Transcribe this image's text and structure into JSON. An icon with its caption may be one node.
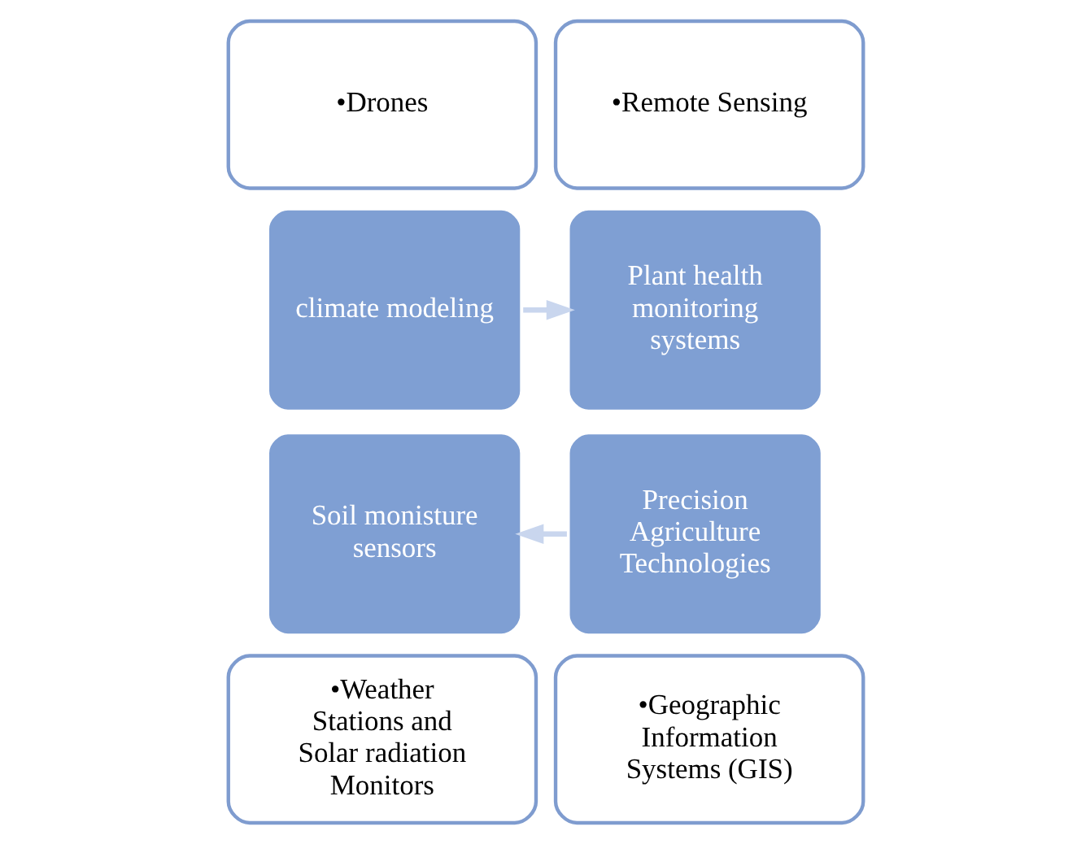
{
  "diagram": {
    "nodes": [
      {
        "text": [
          "•Drones"
        ]
      },
      {
        "text": [
          "•Remote Sensing"
        ]
      },
      {
        "text": [
          "climate modeling"
        ]
      },
      {
        "text": [
          "Plant health monitoring systems"
        ]
      },
      {
        "text": [
          "Soil monisture sensors"
        ]
      },
      {
        "text": [
          "Precision Agriculture Technologies"
        ]
      },
      {
        "text": [
          "•Weather Stations and Solar radiation Monitors"
        ]
      },
      {
        "text": [
          "•Geographic Information Systems (GIS)"
        ]
      }
    ],
    "edges": [
      {
        "from": 2,
        "to": 3,
        "arrow": "to"
      },
      {
        "from": 5,
        "to": 4,
        "arrow": "to"
      }
    ]
  }
}
